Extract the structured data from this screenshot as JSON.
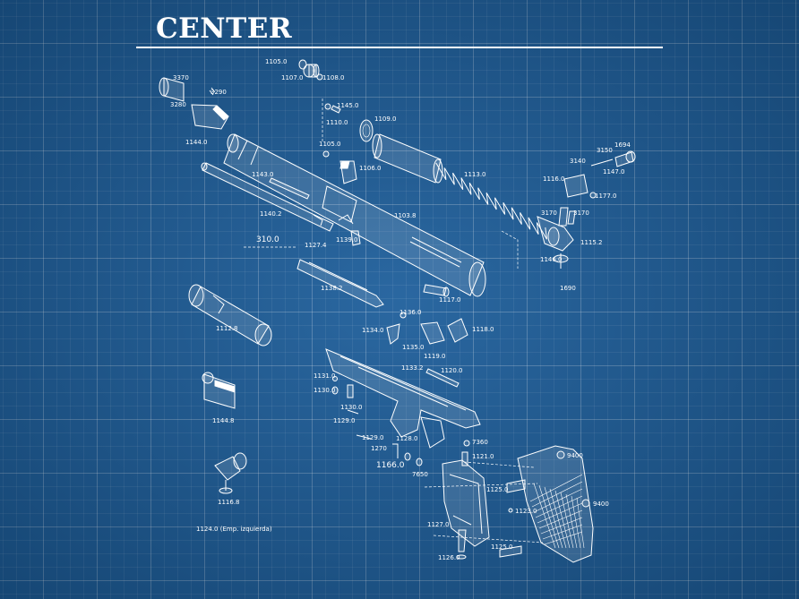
{
  "title": "CENTER",
  "parts": {
    "p1105_0": "1105.0",
    "p1107_0": "1107.0",
    "p1108_0": "1108.0",
    "p3370": "3370",
    "p3290": "3290",
    "p3280": "3280",
    "p1144_0": "1144.0",
    "p1145_0": "1145.0",
    "p1110_0": "1110.0",
    "p1109_0": "1109.0",
    "p1105_0b": "1105.0",
    "p1106_0": "1106.0",
    "p1143_0": "1143.0",
    "p1113_0": "1113.0",
    "p1140_2": "1140.2",
    "p1103_8": "1103.8",
    "p310_0": "310.0",
    "p1127_4": "1127.4",
    "p1139_0": "1139.0",
    "p1138_2": "1138.2",
    "p1117_0": "1117.0",
    "p3150": "3150",
    "p1694": "1694",
    "p3140": "3140",
    "p1147_0": "1147.0",
    "p1116_0": "1116.0",
    "p1177_0": "1177.0",
    "p3170a": "3170",
    "p3170b": "3170",
    "p1115_2": "1115.2",
    "p1146_0": "1146.0",
    "p1690": "1690",
    "p1112_8": "1112.8",
    "p1136_0": "1136.0",
    "p1134_0": "1134.0",
    "p1135_0": "1135.0",
    "p1118_0": "1118.0",
    "p1119_0": "1119.0",
    "p1133_2": "1133.2",
    "p1120_0": "1120.0",
    "p1131_0": "1131.0",
    "p1130_0a": "1130.0",
    "p1130_0b": "1130.0",
    "p1129_0a": "1129.0",
    "p1129_0b": "1129.0",
    "p1128_0": "1128.0",
    "p1270": "1270",
    "p1166_0": "1166.0",
    "p7360": "7360",
    "p1121_0": "1121.0",
    "p7650": "7650",
    "p1144_8": "1144.8",
    "p9400a": "9400",
    "p9400b": "9400",
    "p1125_0a": "1125.0",
    "p1123_0": "1123.0",
    "p1116_8": "1116.8",
    "p1127_0": "1127.0",
    "p1125_0b": "1125.0",
    "p1126_0": "1126.0",
    "p1124_0": "1124.0 (Emp. izquierda)"
  }
}
